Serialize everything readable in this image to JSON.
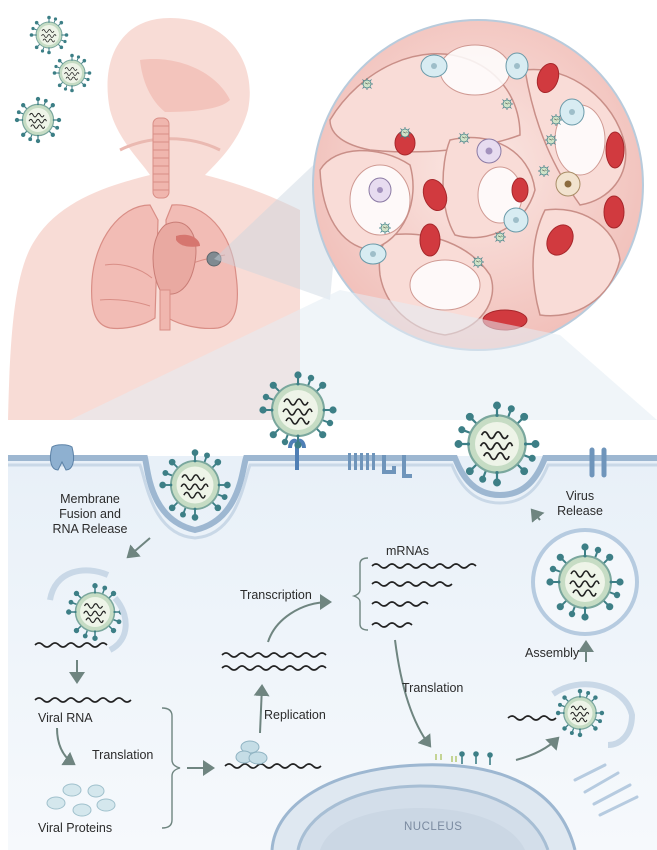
{
  "labels": {
    "membrane_fusion_1": "Membrane",
    "membrane_fusion_2": "Fusion and",
    "membrane_fusion_3": "RNA Release",
    "virus_release_1": "Virus",
    "virus_release_2": "Release",
    "mrnas": "mRNAs",
    "transcription": "Transcription",
    "replication": "Replication",
    "translation_right": "Translation",
    "assembly": "Assembly",
    "viral_rna": "Viral RNA",
    "translation_left": "Translation",
    "viral_proteins": "Viral Proteins",
    "nucleus": "NUCLEUS"
  },
  "colors": {
    "body_fill": "#f7d3cc",
    "lung_fill": "#f2b9b3",
    "cell_bg": "#eef4fa",
    "membrane": "#9db7d1",
    "virus_spike": "#3d7f86",
    "virus_inner": "#dfead0",
    "arrow": "#6f8580",
    "rbc": "#d13a3f"
  }
}
